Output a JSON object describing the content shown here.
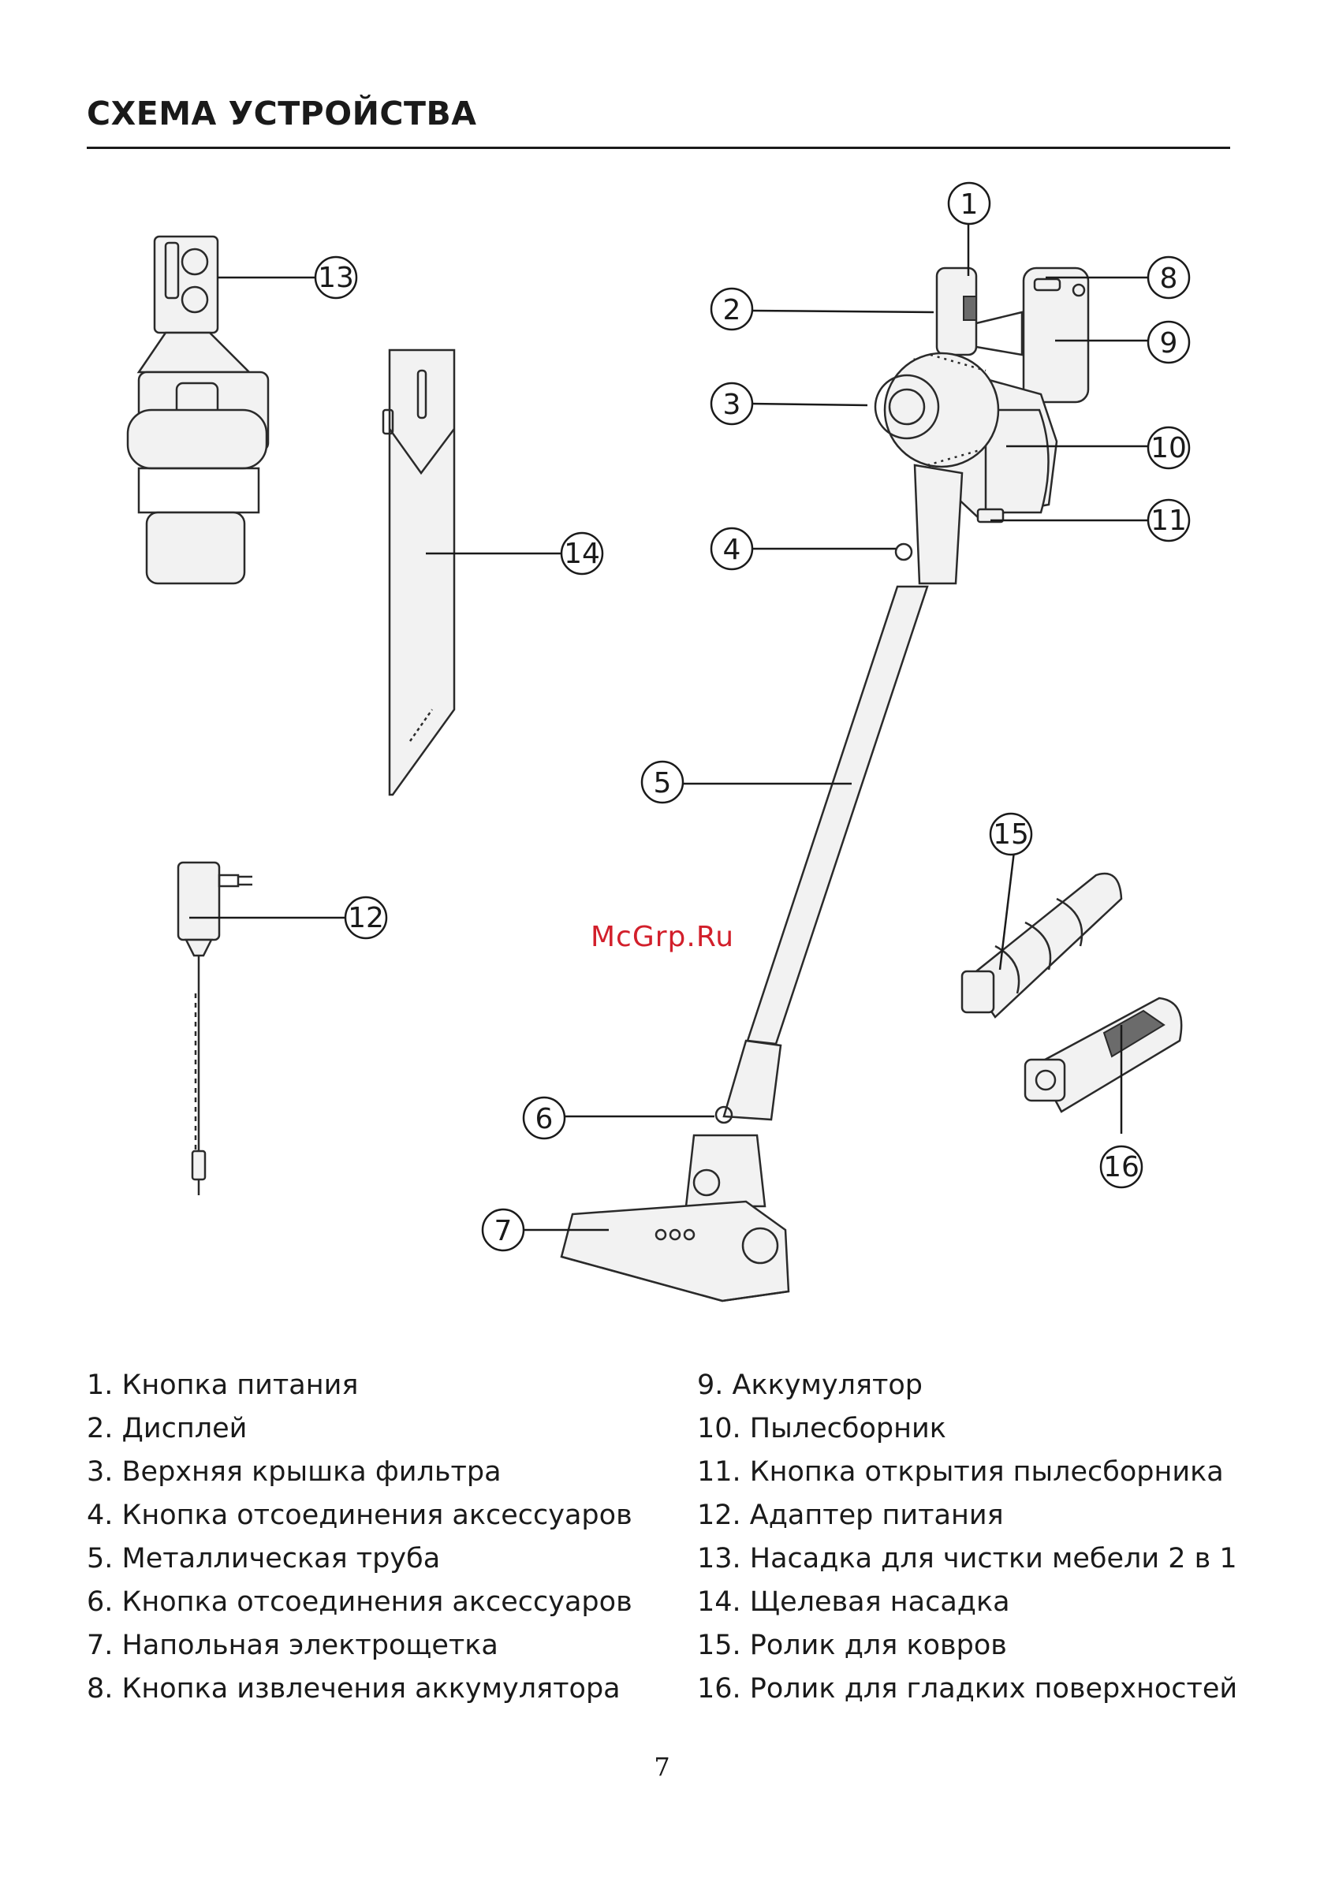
{
  "heading": "СХЕМА УСТРОЙСТВА",
  "watermark": "McGrp.Ru",
  "page_number": "7",
  "callouts": [
    "1",
    "2",
    "3",
    "4",
    "5",
    "6",
    "7",
    "8",
    "9",
    "10",
    "11",
    "12",
    "13",
    "14",
    "15",
    "16"
  ],
  "legend_left": [
    "1. Кнопка питания",
    "2. Дисплей",
    "3. Верхняя крышка фильтра",
    "4. Кнопка отсоединения аксессуаров",
    "5. Металлическая труба",
    "6. Кнопка отсоединения аксессуаров",
    "7. Напольная электрощетка",
    "8. Кнопка извлечения аккумулятора"
  ],
  "legend_right": [
    "9. Аккумулятор",
    "10. Пылесборник",
    "11. Кнопка открытия пылесборника",
    "12. Адаптер питания",
    "13. Насадка для чистки мебели 2 в 1",
    "14. Щелевая насадка",
    "15. Ролик для ковров",
    "16. Ролик для гладких поверхностей"
  ]
}
